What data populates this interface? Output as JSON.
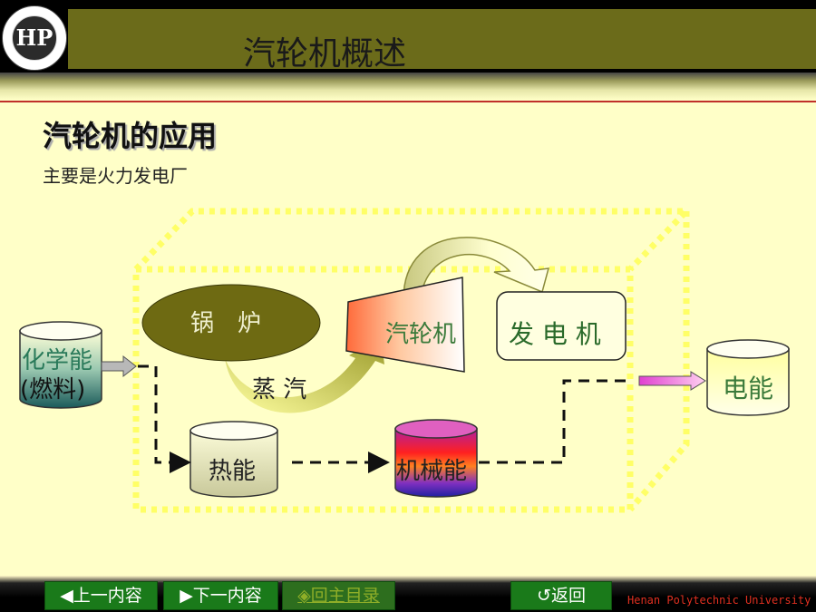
{
  "header": {
    "title": "汽轮机概述"
  },
  "logo": {
    "mark": "HP"
  },
  "content": {
    "heading": "汽轮机的应用",
    "intro": "主要是火力发电厂"
  },
  "diagram": {
    "fuel_line1": "化学能",
    "fuel_line2": "(燃料)",
    "boiler": "锅　炉",
    "steam": "蒸 汽",
    "turbine": "汽轮机",
    "generator": "发 电 机",
    "heat": "热能",
    "mechanical": "机械能",
    "electric": "电能"
  },
  "footer": {
    "prev": "◀上一内容",
    "next": "▶下一内容",
    "toc": "◈回主目录",
    "back": "↺返回",
    "brand": "Henan Polytechnic University"
  }
}
